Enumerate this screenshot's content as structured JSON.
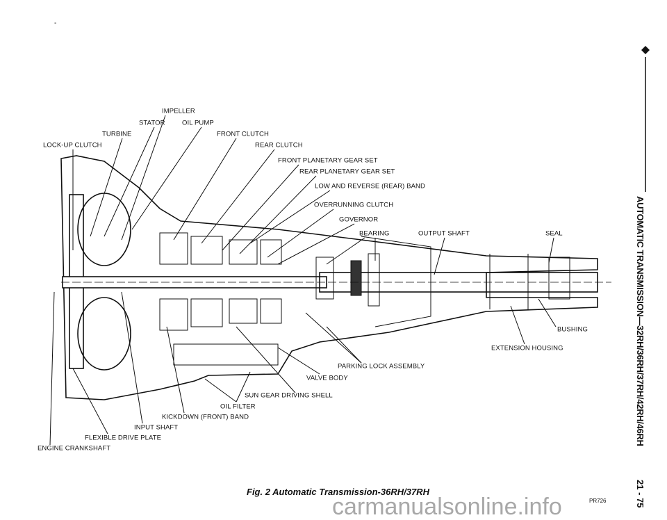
{
  "header": {
    "section_title": "AUTOMATIC TRANSMISSION—32RH/36RH/37RH/42RH/46RH",
    "page_number": "21 - 75"
  },
  "figure": {
    "caption": "Fig. 2 Automatic Transmission-36RH/37RH",
    "code": "PR726",
    "labels": {
      "impeller": "IMPELLER",
      "stator": "STATOR",
      "oil_pump": "OIL PUMP",
      "turbine": "TURBINE",
      "front_clutch": "FRONT CLUTCH",
      "lockup_clutch": "LOCK-UP CLUTCH",
      "rear_clutch": "REAR CLUTCH",
      "front_planetary": "FRONT PLANETARY GEAR SET",
      "rear_planetary": "REAR PLANETARY GEAR SET",
      "low_reverse_band": "LOW AND REVERSE (REAR) BAND",
      "overrunning_clutch": "OVERRUNNING CLUTCH",
      "governor": "GOVERNOR",
      "bearing": "BEARING",
      "output_shaft": "OUTPUT SHAFT",
      "seal": "SEAL",
      "bushing": "BUSHING",
      "extension_housing": "EXTENSION HOUSING",
      "parking_lock": "PARKING LOCK ASSEMBLY",
      "valve_body": "VALVE BODY",
      "sun_gear_shell": "SUN GEAR DRIVING SHELL",
      "oil_filter": "OIL FILTER",
      "kickdown_band": "KICKDOWN (FRONT) BAND",
      "input_shaft": "INPUT SHAFT",
      "flexible_drive_plate": "FLEXIBLE DRIVE PLATE",
      "engine_crankshaft": "ENGINE CRANKSHAFT"
    }
  },
  "watermark": "carmanualsonline.info"
}
